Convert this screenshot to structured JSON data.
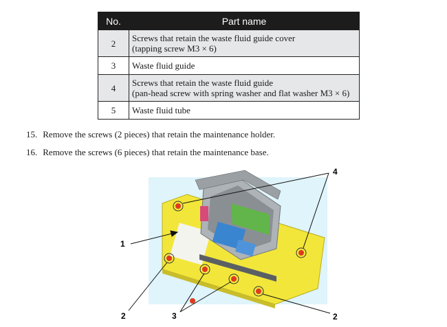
{
  "table": {
    "header": {
      "no": "No.",
      "part_name": "Part name"
    },
    "rows": [
      {
        "no": "2",
        "line1": "Screws that retain the waste fluid guide cover",
        "line2": "(tapping screw M3 × 6)"
      },
      {
        "no": "3",
        "line1": "Waste fluid guide",
        "line2": ""
      },
      {
        "no": "4",
        "line1": "Screws that retain the waste fluid guide",
        "line2": "(pan-head screw with spring washer and flat washer M3 × 6)"
      },
      {
        "no": "5",
        "line1": "Waste fluid tube",
        "line2": ""
      }
    ]
  },
  "steps": [
    {
      "num": "15.",
      "text": "Remove the screws (2 pieces) that retain the maintenance holder."
    },
    {
      "num": "16.",
      "text": "Remove the screws (6 pieces) that retain the maintenance base."
    }
  ],
  "figure": {
    "callouts": {
      "c1": "1",
      "c2_left": "2",
      "c3": "3",
      "c2_right": "2",
      "c4": "4"
    },
    "colors": {
      "background": "#dff4fb",
      "base_plate": "#f2e63a",
      "screw": "#e03a1f",
      "frame": "#8a8f94"
    }
  }
}
